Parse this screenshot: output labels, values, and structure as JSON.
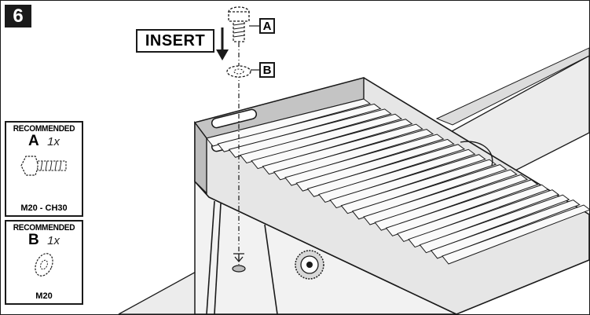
{
  "step": {
    "number": "6"
  },
  "action": {
    "label": "INSERT"
  },
  "callouts": {
    "a": "A",
    "b": "B"
  },
  "parts": [
    {
      "heading": "RECOMMENDED",
      "letter": "A",
      "quantity": "1x",
      "spec": "M20 - CH30",
      "icon": "bolt-icon"
    },
    {
      "heading": "RECOMMENDED",
      "letter": "B",
      "quantity": "1x",
      "spec": "M20",
      "icon": "washer-icon"
    }
  ],
  "colors": {
    "ink": "#1a1a1a",
    "rail_fill": "#ececec",
    "bracket_fill": "#c4c4c4",
    "fin_fill": "#e6e6e6",
    "housing_fill": "#f2f2f2"
  }
}
